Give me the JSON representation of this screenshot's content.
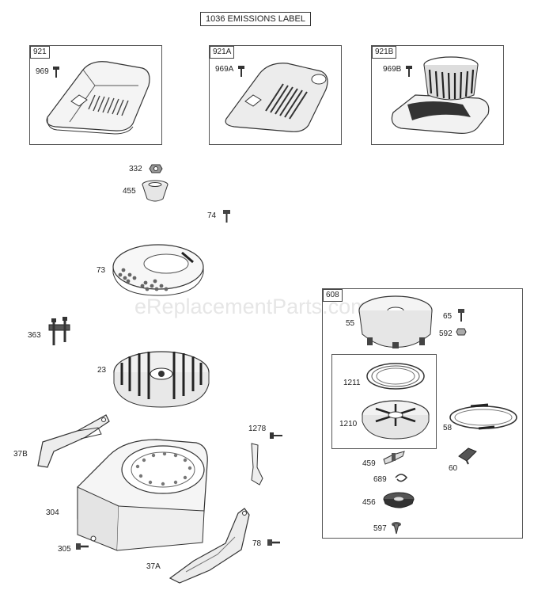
{
  "header": {
    "emissions_label": "1036 EMISSIONS LABEL"
  },
  "watermark": "eReplacementParts.com",
  "boxes": {
    "b921": "921",
    "b921a": "921A",
    "b921b": "921B",
    "b608": "608"
  },
  "labels": {
    "l969": "969",
    "l969a": "969A",
    "l969b": "969B",
    "l332": "332",
    "l455": "455",
    "l74": "74",
    "l73": "73",
    "l363": "363",
    "l23": "23",
    "l37b": "37B",
    "l304": "304",
    "l305": "305",
    "l1278": "1278",
    "l78": "78",
    "l37a": "37A",
    "l55": "55",
    "l65": "65",
    "l592": "592",
    "l1211": "1211",
    "l1210": "1210",
    "l58": "58",
    "l459": "459",
    "l60": "60",
    "l689": "689",
    "l456": "456",
    "l597": "597"
  }
}
